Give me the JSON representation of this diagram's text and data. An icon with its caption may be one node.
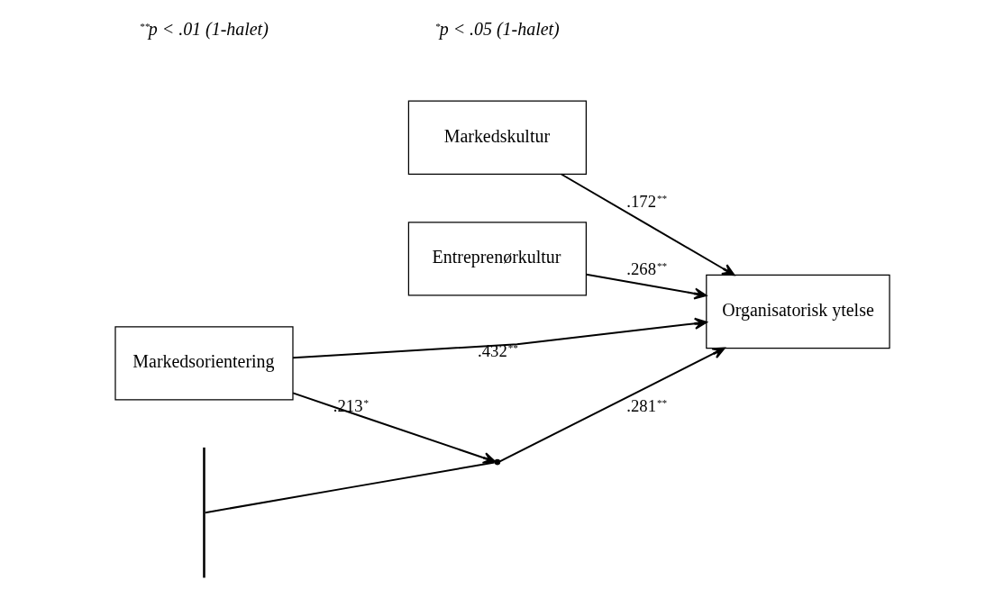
{
  "diagram": {
    "nodes": [
      {
        "text": [
          "Markedskultur"
        ]
      },
      {
        "text": [
          "Entreprenørkultur"
        ]
      },
      {
        "text": [
          "Organisatorisk ytelse"
        ]
      },
      {
        "text": [
          "Markedsorientering"
        ]
      },
      {
        "text": [],
        "shape": "bar"
      },
      {
        "text": [],
        "shape": "point"
      }
    ],
    "edges": [
      {
        "from": 0,
        "to": 2,
        "arrow": "to",
        "label": ".172$^{**}$"
      },
      {
        "from": 1,
        "to": 2,
        "arrow": "to",
        "label": ".268$^{**}$"
      },
      {
        "from": 4,
        "to": 5,
        "arrow": "none"
      },
      {
        "from": 5,
        "to": 2,
        "arrow": "to",
        "label": ".281$^{**}$"
      },
      {
        "from": 3,
        "to": 5,
        "arrow": "to",
        "label": ".213$^{*}$"
      },
      {
        "from": 3,
        "to": 2,
        "arrow": "to",
        "label": ".432$^{**}$"
      }
    ],
    "labels": [
      "$^{**}$p < .01 (1-halet)",
      "$^{*}$p < .05 (1-halet)"
    ]
  }
}
